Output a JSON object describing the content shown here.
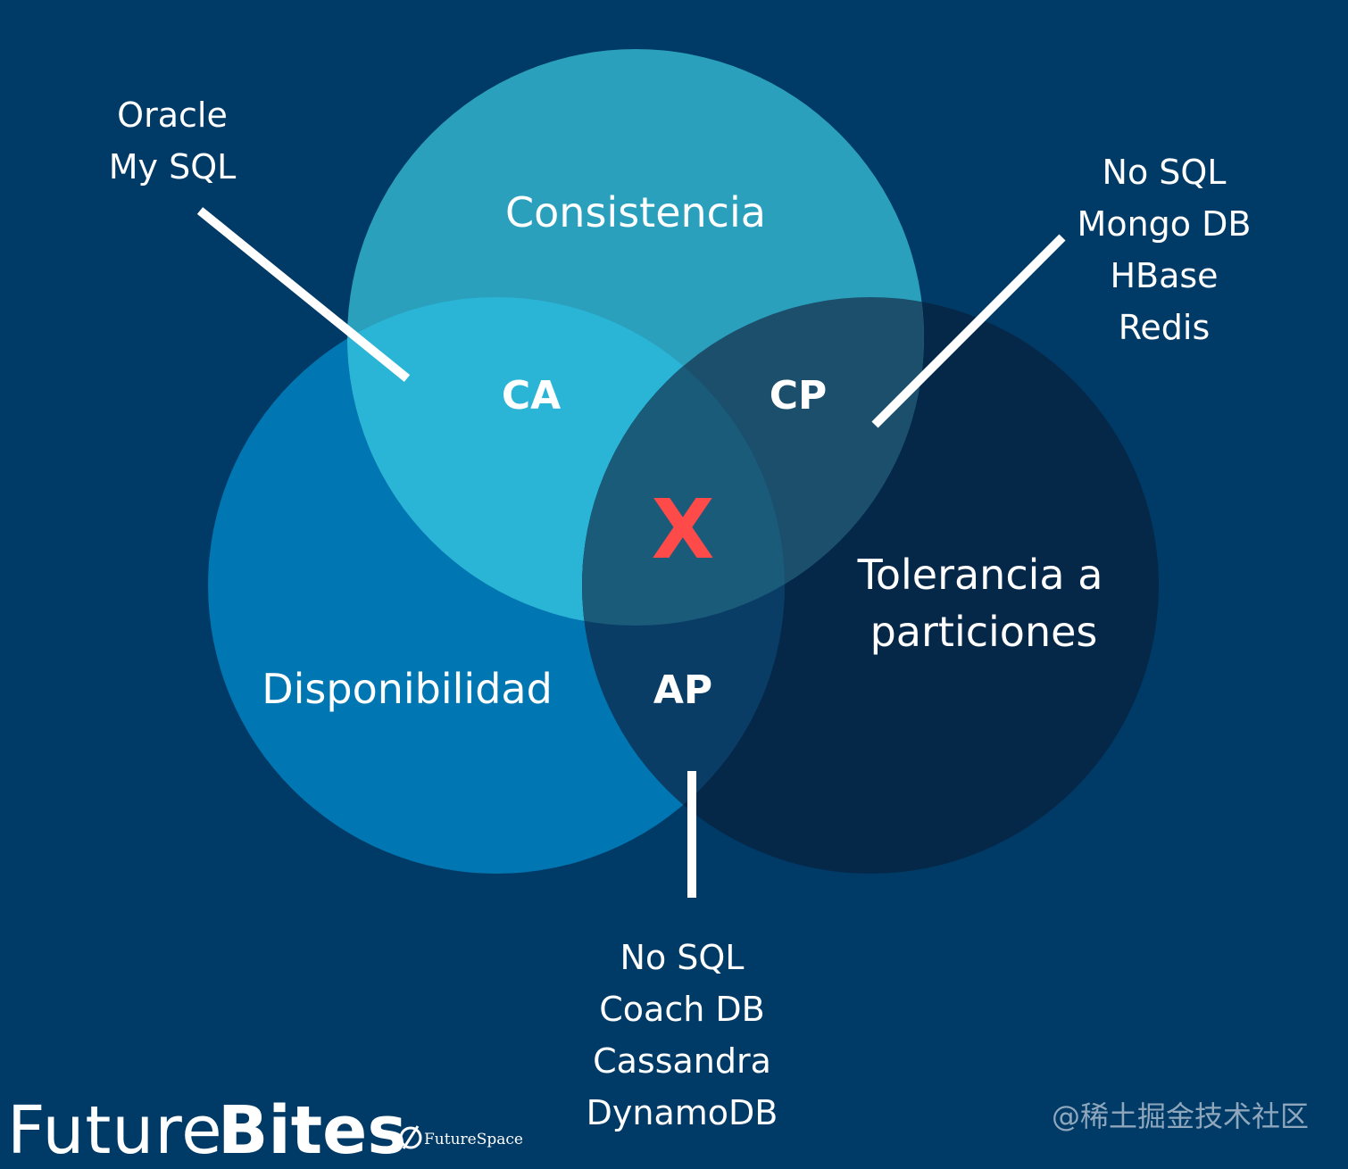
{
  "circles": {
    "consistency": {
      "label": "Consistencia",
      "color": "#2aa0bd"
    },
    "availability": {
      "label": "Disponibilidad",
      "color": "#0077b2"
    },
    "partition": {
      "label_lines": [
        "Tolerancia a",
        "particiones"
      ],
      "color": "#062848"
    }
  },
  "intersections": {
    "ca": "CA",
    "cp": "CP",
    "ap": "AP",
    "center": "X",
    "colors": {
      "ca": "#2ab5d6",
      "cp": "#1b4f6c",
      "ap": "#0a3d66",
      "center": "#1a5b7a"
    }
  },
  "callouts": {
    "ca": [
      "Oracle",
      "My SQL"
    ],
    "cp": [
      "No SQL",
      "Mongo DB",
      "HBase",
      "Redis"
    ],
    "ap": [
      "No SQL",
      "Coach DB",
      "Cassandra",
      "DynamoDB"
    ]
  },
  "brand": {
    "name_light": "Future",
    "name_bold": "Bites",
    "sub": "FutureSpace",
    "watermark": "@稀土掘金技术社区"
  },
  "colors": {
    "background": "#003a66",
    "x_mark": "#ff4a4a",
    "lines": "#ffffff"
  }
}
